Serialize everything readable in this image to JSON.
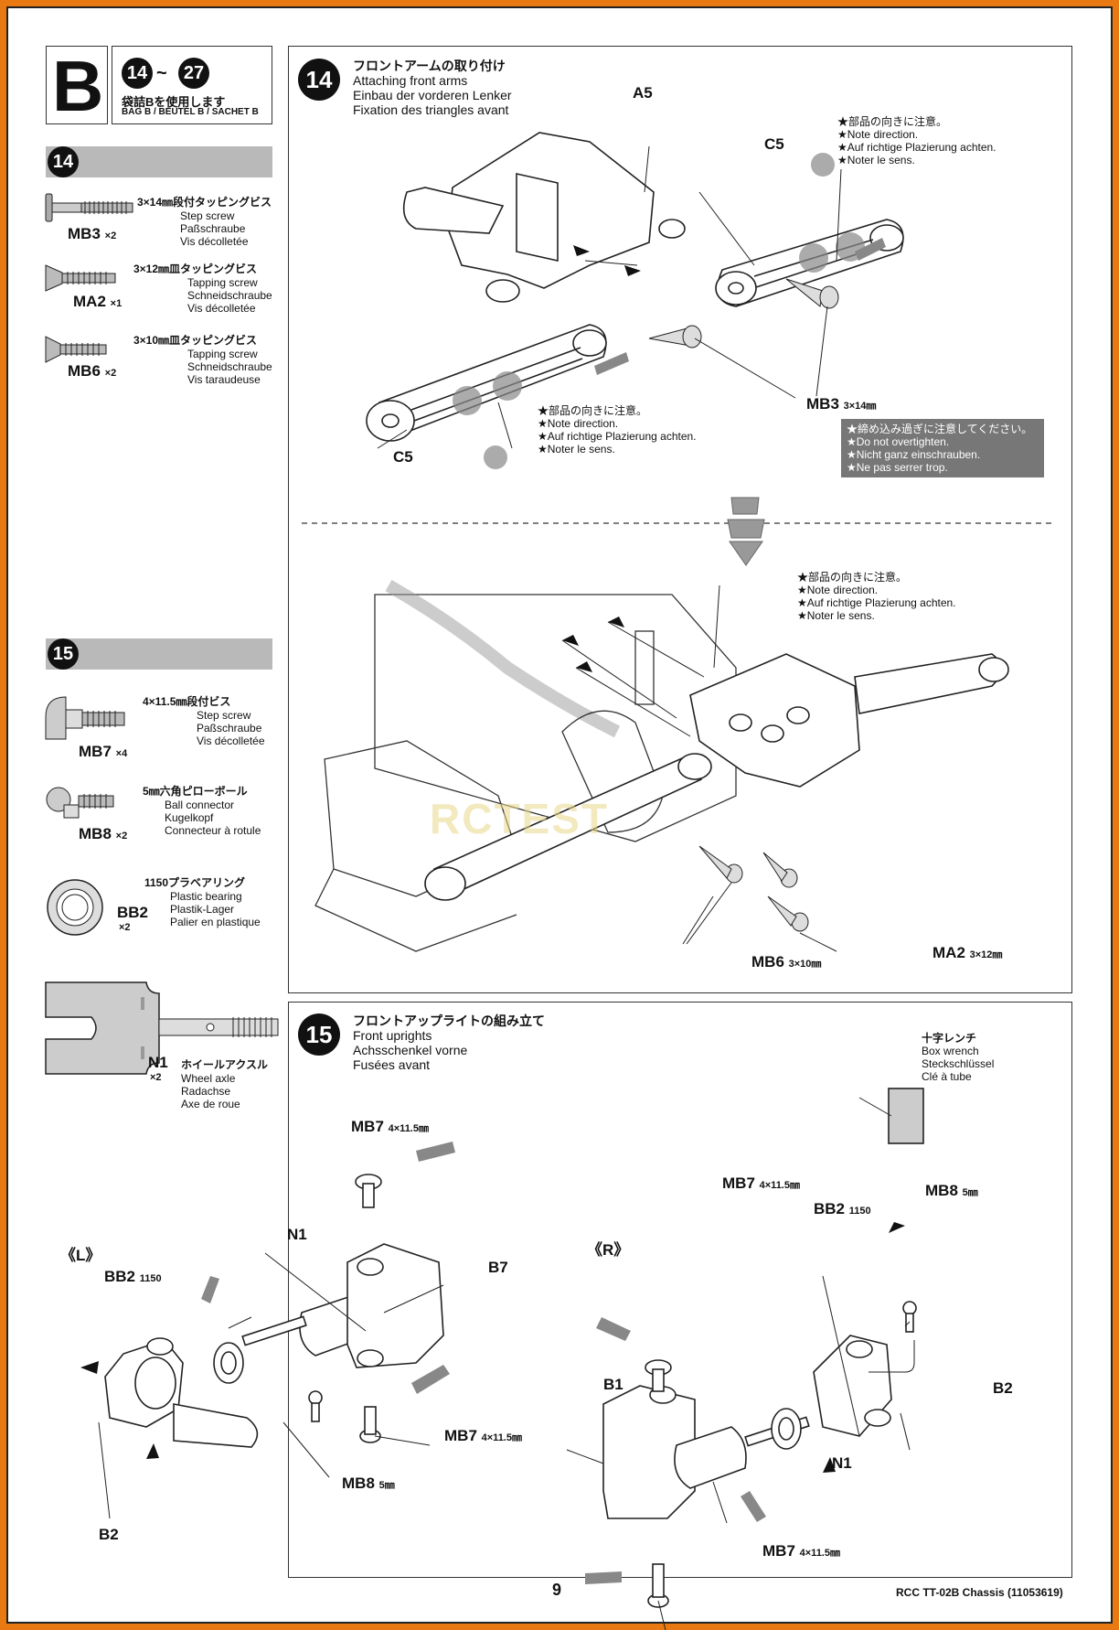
{
  "header": {
    "bag_letter": "B",
    "range_start": "14",
    "range_sep": "~",
    "range_end": "27",
    "bag_use_jp": "袋詰Bを使用します",
    "bag_use_multi": "BAG B / BEUTEL B / SACHET B"
  },
  "parts14": {
    "step": "14",
    "items": [
      {
        "code": "MB3",
        "qty": "×2",
        "jp": "3×14㎜段付タッピングビス",
        "en": "Step screw",
        "de": "Paßschraube",
        "fr": "Vis décolletée"
      },
      {
        "code": "MA2",
        "qty": "×1",
        "jp": "3×12㎜皿タッピングビス",
        "en": "Tapping screw",
        "de": "Schneidschraube",
        "fr": "Vis décolletée"
      },
      {
        "code": "MB6",
        "qty": "×2",
        "jp": "3×10㎜皿タッピングビス",
        "en": "Tapping screw",
        "de": "Schneidschraube",
        "fr": "Vis taraudeuse"
      }
    ]
  },
  "parts15": {
    "step": "15",
    "items": [
      {
        "code": "MB7",
        "qty": "×4",
        "jp": "4×11.5㎜段付ビス",
        "en": "Step screw",
        "de": "Paßschraube",
        "fr": "Vis décolletée"
      },
      {
        "code": "MB8",
        "qty": "×2",
        "jp": "5㎜六角ピローボール",
        "en": "Ball connector",
        "de": "Kugelkopf",
        "fr": "Connecteur à rotule"
      },
      {
        "code": "BB2",
        "qty": "×2",
        "jp": "1150プラベアリング",
        "en": "Plastic bearing",
        "de": "Plastik-Lager",
        "fr": "Palier en plastique"
      },
      {
        "code": "N1",
        "qty": "×2",
        "jp": "ホイールアクスル",
        "en": "Wheel axle",
        "de": "Radachse",
        "fr": "Axe de roue"
      }
    ]
  },
  "step14": {
    "number": "14",
    "title_jp": "フロントアームの取り付け",
    "title_en": "Attaching front arms",
    "title_de": "Einbau der vorderen Lenker",
    "title_fr": "Fixation des triangles avant",
    "labels": {
      "a5": "A5",
      "c5_upper": "C5",
      "c5_lower": "C5",
      "mb3": "MB3",
      "mb3_size": "3×14㎜",
      "mb6": "MB6",
      "mb6_size": "3×10㎜",
      "ma2": "MA2",
      "ma2_size": "3×12㎜"
    }
  },
  "notes": {
    "direction": {
      "jp": "★部品の向きに注意。",
      "en": "★Note direction.",
      "de": "★Auf richtige Plazierung achten.",
      "fr": "★Noter le sens."
    },
    "overtighten": {
      "jp": "★締め込み過ぎに注意してください。",
      "en": "★Do not overtighten.",
      "de": "★Nicht ganz einschrauben.",
      "fr": "★Ne pas serrer trop."
    }
  },
  "step15": {
    "number": "15",
    "title_jp": "フロントアップライトの組み立て",
    "title_en": "Front uprights",
    "title_de": "Achsschenkel vorne",
    "title_fr": "Fusées avant",
    "box_wrench": {
      "jp": "十字レンチ",
      "en": "Box wrench",
      "de": "Steckschlüssel",
      "fr": "Clé à tube"
    },
    "labels": {
      "left": "《L》",
      "right": "《R》",
      "mb7": "MB7",
      "mb7_size": "4×11.5㎜",
      "mb8": "MB8",
      "mb8_size": "5㎜",
      "bb2": "BB2",
      "bb2_size": "1150",
      "n1": "N1",
      "b7": "B7",
      "b1": "B1",
      "b2": "B2"
    }
  },
  "footer": {
    "page": "9",
    "model": "RCC TT-02B Chassis (11053619)"
  }
}
